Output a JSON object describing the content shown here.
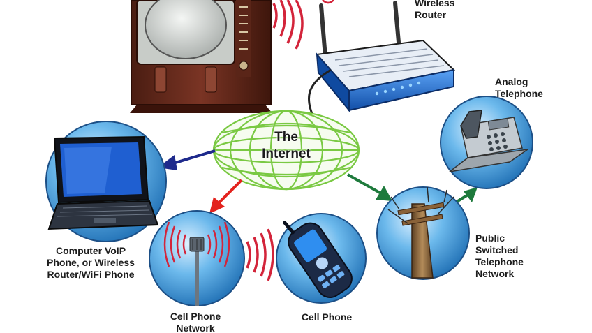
{
  "internet": {
    "label": "The\nInternet"
  },
  "labels": {
    "router": "Wireless\nRouter",
    "analog_phone": "Analog\nTelephone",
    "computer": "Computer VoIP\nPhone, or Wireless\nRouter/WiFi Phone",
    "cell_network": "Cell Phone\nNetwork",
    "cell_phone": "Cell Phone",
    "pstn": "Public\nSwitched\nTelephone\nNetwork"
  },
  "colors": {
    "globe": "#7ac943",
    "arrow_blue": "#1e2a8c",
    "arrow_red": "#e3231e",
    "arrow_green": "#1e7a3c",
    "circle_fill": "#3c96d2",
    "signal": "#d3243a",
    "router_blue": "#1c6fd6"
  },
  "icons": [
    "television-icon",
    "wireless-router-icon",
    "analog-telephone-icon",
    "laptop-icon",
    "cell-tower-icon",
    "cell-phone-icon",
    "telephone-pole-icon",
    "internet-globe-icon"
  ]
}
